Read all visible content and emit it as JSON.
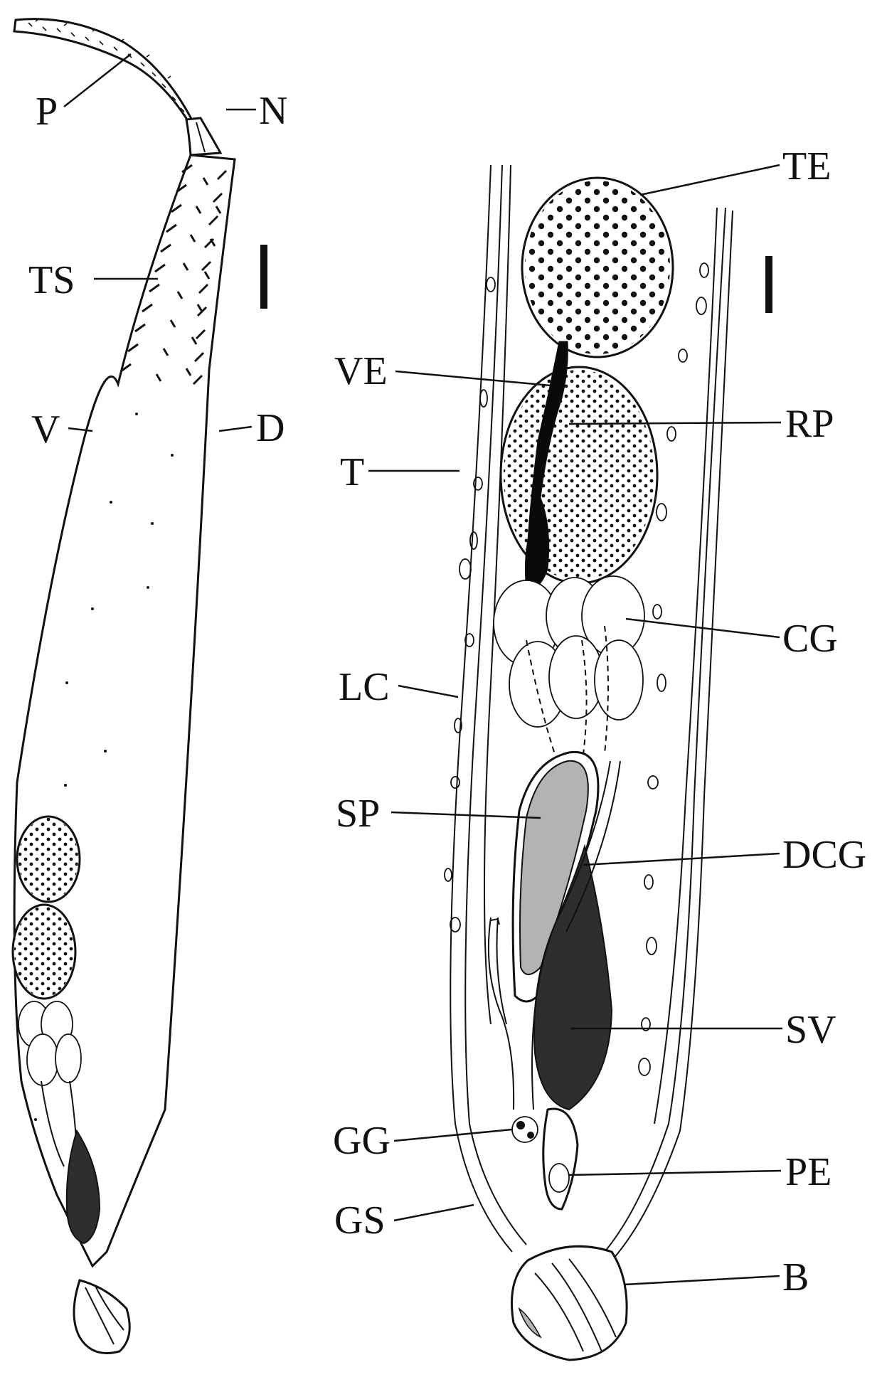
{
  "figure": {
    "panel_left": {
      "labels": [
        "P",
        "N",
        "TS",
        "V",
        "D"
      ]
    },
    "panel_right": {
      "labels": [
        "TE",
        "VE",
        "RP",
        "T",
        "CG",
        "LC",
        "SP",
        "DCG",
        "SV",
        "GG",
        "PE",
        "GS",
        "B"
      ]
    },
    "colors": {
      "ink": "#111111",
      "seminal_vesicle": "#2e2e2e",
      "receptaculum": "#0a0a0a",
      "sac": "#b3b3b3",
      "background": "#ffffff"
    }
  }
}
